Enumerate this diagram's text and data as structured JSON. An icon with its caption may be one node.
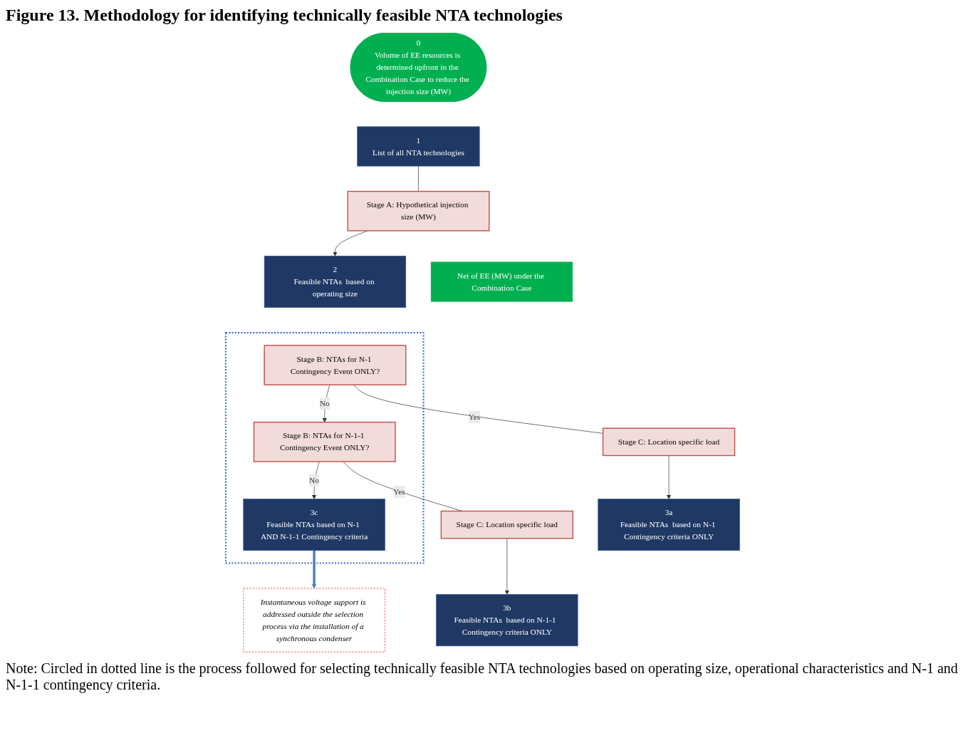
{
  "diagram": {
    "title": "Figure 13. Methodology for identifying technically feasible NTA technologies",
    "caption": "Note: Circled in dotted line is the process followed for selecting technically feasible NTA technologies based on operating size, operational characteristics and N-1 and N-1-1 contingency criteria.",
    "nodes": [
      {
        "text": [
          "0",
          "Volume of EE resources is determined upfront in the Combination Case to reduce the injection size (MW)"
        ]
      },
      {
        "text": [
          "1",
          "List of all NTA technologies"
        ]
      },
      {
        "text": [
          "Stage A: Hypothetical injection size (MW)"
        ]
      },
      {
        "text": [
          "Net of EE (MW) under the Combination Case"
        ]
      },
      {
        "text": [
          "2",
          "Feasible NTAs  based on operating size"
        ]
      },
      {
        "text": [],
        "shape": "box"
      },
      {
        "text": [
          "Stage B: NTAs for N-1 Contingency Event ONLY?"
        ],
        "in": 5
      },
      {
        "text": [
          "Stage B: NTAs for N-1-1 Contingency Event ONLY?"
        ],
        "in": 5
      },
      {
        "text": [
          "3c",
          "Feasible NTAs based on N-1 AND N-1-1 Contingency criteria"
        ],
        "in": 5
      },
      {
        "text": [
          "Stage C: Location specific load"
        ]
      },
      {
        "text": [
          "Stage C: Location specific load"
        ]
      },
      {
        "text": [
          "3a",
          "Feasible NTAs  based on N-1 Contingency criteria ONLY"
        ]
      },
      {
        "text": [
          "3b",
          "Feasible NTAs  based on N-1-1  Contingency criteria ONLY"
        ]
      },
      {
        "text": [
          "Instantaneous voltage support is addressed outside the selection process via the installation of a synchronous condenser"
        ]
      }
    ],
    "edges": [
      {
        "from": 1,
        "to": 2,
        "arrow": "none"
      },
      {
        "from": 2,
        "to": 4,
        "arrow": "to"
      },
      {
        "from": 6,
        "to": 7,
        "arrow": "to",
        "label": "No"
      },
      {
        "from": 7,
        "to": 8,
        "arrow": "to",
        "label": "No"
      },
      {
        "from": 6,
        "to": 9,
        "arrow": "none",
        "label": "Yes"
      },
      {
        "from": 7,
        "to": 10,
        "arrow": "none",
        "label": "Yes"
      },
      {
        "from": 9,
        "to": 11,
        "arrow": "to"
      },
      {
        "from": 10,
        "to": 12,
        "arrow": "to"
      },
      {
        "from": 8,
        "to": 13,
        "arrow": "to",
        "style": "thick",
        "color": "#4f81bd"
      }
    ]
  }
}
